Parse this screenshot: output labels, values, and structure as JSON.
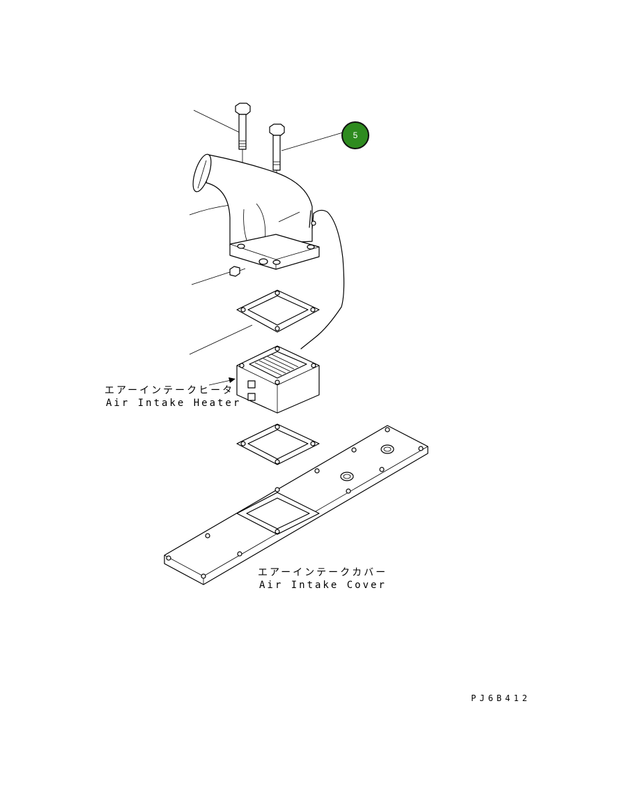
{
  "callout": {
    "number": "5",
    "color": "#2e8b1f"
  },
  "labels": {
    "heater_jp": "エアーインテークヒータ",
    "heater_en": "Air Intake Heater",
    "cover_jp": "エアーインテークカバー",
    "cover_en": "Air Intake Cover",
    "drawing_code": "PJ6B412"
  }
}
